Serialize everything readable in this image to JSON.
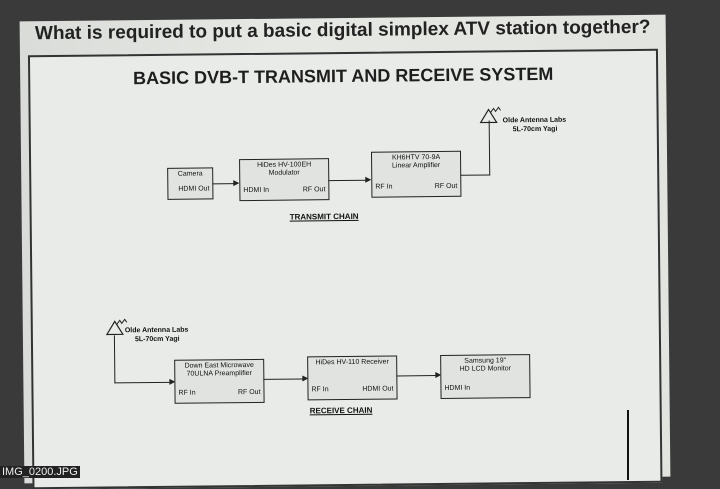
{
  "headline": "What is required to put a basic digital simplex ATV station together?",
  "slide_title": "BASIC DVB-T TRANSMIT AND RECEIVE SYSTEM",
  "transmit": {
    "camera": {
      "name": "Camera",
      "out": "HDMI Out"
    },
    "modulator": {
      "name": "HiDes HV-100EH\nModulator",
      "in": "HDMI In",
      "out": "RF Out"
    },
    "amplifier": {
      "name": "KH6HTV 70-9A\nLinear Amplifier",
      "in": "RF In",
      "out": "RF Out"
    },
    "antenna": {
      "line1": "Olde Antenna Labs",
      "line2": "5L-70cm Yagi"
    },
    "chain_label": "TRANSMIT CHAIN"
  },
  "receive": {
    "antenna": {
      "line1": "Olde Antenna Labs",
      "line2": "5L-70cm Yagi"
    },
    "preamp": {
      "name": "Down East Microwave\n70ULNA Preamplifier",
      "in": "RF In",
      "out": "RF Out"
    },
    "receiver": {
      "name": "HiDes HV-110 Receiver",
      "in": "RF In",
      "out": "HDMI Out"
    },
    "monitor": {
      "name": "Samsung 19\"\nHD LCD Monitor",
      "in": "HDMI In"
    },
    "chain_label": "RECEIVE CHAIN"
  },
  "filename": "IMG_0200.JPG"
}
